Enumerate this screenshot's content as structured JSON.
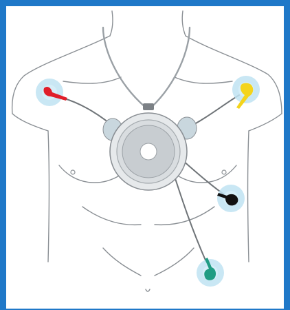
{
  "diagram": {
    "frame_color": "#1f78c8",
    "body_outline_color": "#8a8f94",
    "cable_color": "#6f7478",
    "device": {
      "icon": "cardiac-monitor-device-icon",
      "housing_color": "#d9dde0",
      "side_pad_color": "#c9d7de"
    },
    "electrodes": [
      {
        "icon": "electrode-icon",
        "position": "right-shoulder",
        "clip_color": "#e01e2a",
        "halo_color": "#bfe3f2"
      },
      {
        "icon": "electrode-icon",
        "position": "left-shoulder",
        "clip_color": "#f4d41c",
        "halo_color": "#bfe3f2"
      },
      {
        "icon": "electrode-icon",
        "position": "left-chest",
        "clip_color": "#111111",
        "halo_color": "#bfe3f2"
      },
      {
        "icon": "electrode-icon",
        "position": "lower-left-abdomen",
        "clip_color": "#1f9c83",
        "halo_color": "#bfe3f2"
      }
    ]
  }
}
